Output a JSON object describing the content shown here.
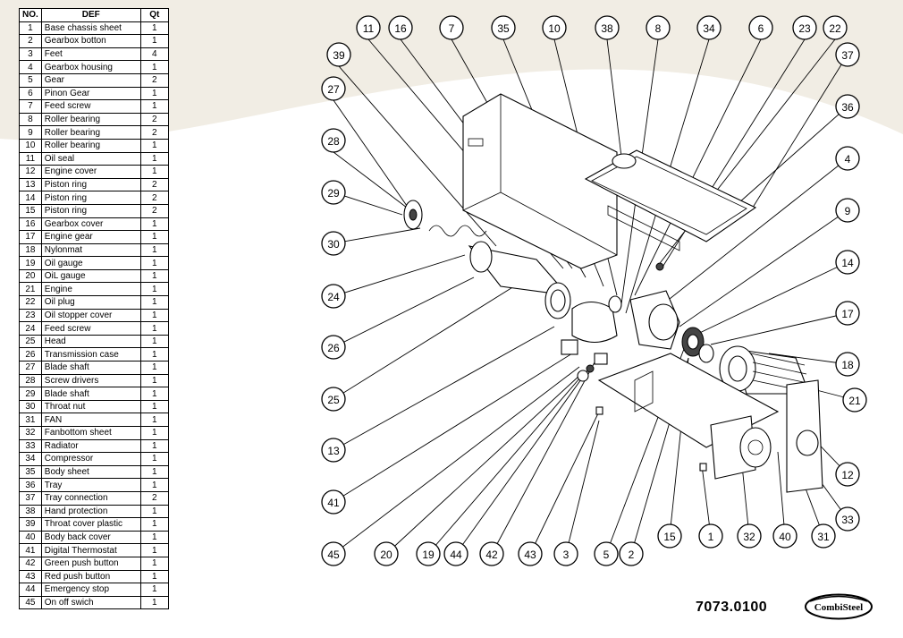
{
  "table": {
    "headers": {
      "no": "NO.",
      "def": "DEF",
      "qt": "Qt"
    },
    "rows": [
      {
        "no": "1",
        "def": "Base chassis sheet",
        "qt": "1"
      },
      {
        "no": "2",
        "def": "Gearbox botton",
        "qt": "1"
      },
      {
        "no": "3",
        "def": "Feet",
        "qt": "4"
      },
      {
        "no": "4",
        "def": "Gearbox housing",
        "qt": "1"
      },
      {
        "no": "5",
        "def": "Gear",
        "qt": "2"
      },
      {
        "no": "6",
        "def": "Pinon Gear",
        "qt": "1"
      },
      {
        "no": "7",
        "def": "Feed screw",
        "qt": "1"
      },
      {
        "no": "8",
        "def": "Roller bearing",
        "qt": "2"
      },
      {
        "no": "9",
        "def": "Roller bearing",
        "qt": "2"
      },
      {
        "no": "10",
        "def": "Roller bearing",
        "qt": "1"
      },
      {
        "no": "11",
        "def": "Oil seal",
        "qt": "1"
      },
      {
        "no": "12",
        "def": "Engine cover",
        "qt": "1"
      },
      {
        "no": "13",
        "def": "Piston ring",
        "qt": "2"
      },
      {
        "no": "14",
        "def": "Piston ring",
        "qt": "2"
      },
      {
        "no": "15",
        "def": "Piston ring",
        "qt": "2"
      },
      {
        "no": "16",
        "def": "Gearbox cover",
        "qt": "1"
      },
      {
        "no": "17",
        "def": "Engine gear",
        "qt": "1"
      },
      {
        "no": "18",
        "def": "Nylonmat",
        "qt": "1"
      },
      {
        "no": "19",
        "def": "Oil gauge",
        "qt": "1"
      },
      {
        "no": "20",
        "def": "OiL gauge",
        "qt": "1"
      },
      {
        "no": "21",
        "def": "Engine",
        "qt": "1"
      },
      {
        "no": "22",
        "def": "Oil plug",
        "qt": "1"
      },
      {
        "no": "23",
        "def": "Oil stopper cover",
        "qt": "1"
      },
      {
        "no": "24",
        "def": "Feed screw",
        "qt": "1"
      },
      {
        "no": "25",
        "def": "Head",
        "qt": "1"
      },
      {
        "no": "26",
        "def": "Transmission case",
        "qt": "1"
      },
      {
        "no": "27",
        "def": "Blade shaft",
        "qt": "1"
      },
      {
        "no": "28",
        "def": "Screw drivers",
        "qt": "1"
      },
      {
        "no": "29",
        "def": "Blade shaft",
        "qt": "1"
      },
      {
        "no": "30",
        "def": "Throat nut",
        "qt": "1"
      },
      {
        "no": "31",
        "def": "FAN",
        "qt": "1"
      },
      {
        "no": "32",
        "def": "Fanbottom sheet",
        "qt": "1"
      },
      {
        "no": "33",
        "def": "Radiator",
        "qt": "1"
      },
      {
        "no": "34",
        "def": "Compressor",
        "qt": "1"
      },
      {
        "no": "35",
        "def": "Body sheet",
        "qt": "1"
      },
      {
        "no": "36",
        "def": "Tray",
        "qt": "1"
      },
      {
        "no": "37",
        "def": "Tray connection",
        "qt": "2"
      },
      {
        "no": "38",
        "def": "Hand protection",
        "qt": "1"
      },
      {
        "no": "39",
        "def": "Throat cover plastic",
        "qt": "1"
      },
      {
        "no": "40",
        "def": "Body back cover",
        "qt": "1"
      },
      {
        "no": "41",
        "def": "Digital Thermostat",
        "qt": "1"
      },
      {
        "no": "42",
        "def": "Green push button",
        "qt": "1"
      },
      {
        "no": "43",
        "def": "Red push button",
        "qt": "1"
      },
      {
        "no": "44",
        "def": "Emergency stop",
        "qt": "1"
      },
      {
        "no": "45",
        "def": "On off swich",
        "qt": "1"
      }
    ]
  },
  "callouts": [
    "11",
    "16",
    "7",
    "35",
    "10",
    "38",
    "8",
    "34",
    "6",
    "23",
    "22",
    "39",
    "37",
    "27",
    "36",
    "28",
    "4",
    "29",
    "9",
    "30",
    "14",
    "24",
    "17",
    "26",
    "18",
    "21",
    "25",
    "12",
    "13",
    "33",
    "41",
    "45",
    "20",
    "19",
    "44",
    "42",
    "43",
    "3",
    "5",
    "2",
    "15",
    "1",
    "32",
    "40",
    "31"
  ],
  "model_number": "7073.0100",
  "brand": "CombiSteel",
  "colors": {
    "background_swoosh": "#f1ede4",
    "line": "#000000"
  }
}
